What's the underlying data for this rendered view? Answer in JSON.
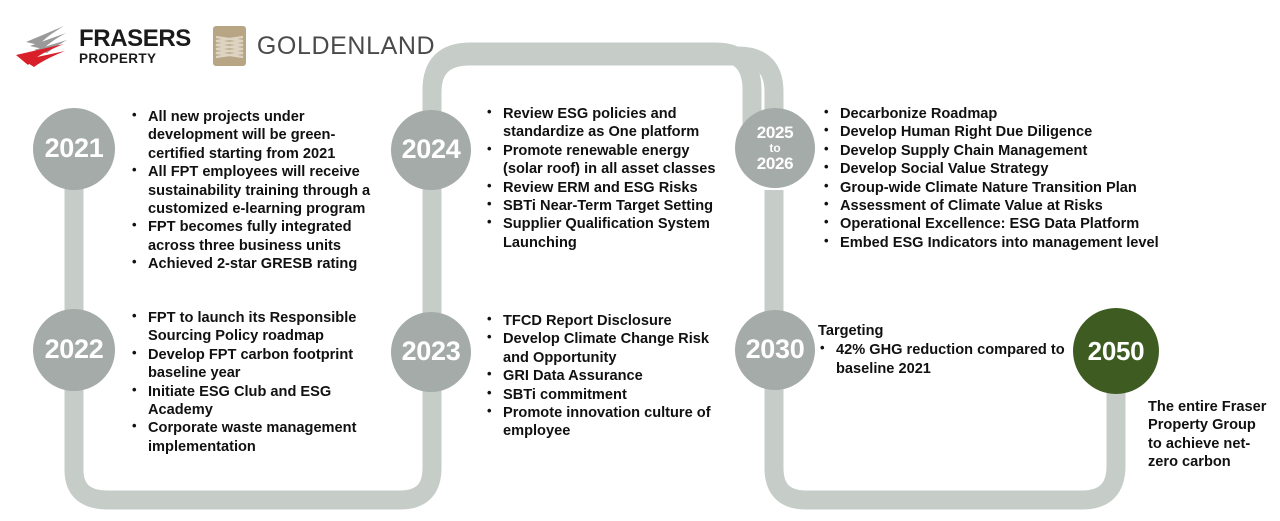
{
  "logos": {
    "frasers": {
      "name": "frasers-property-logo",
      "line1": "FRASERS",
      "line2": "PROPERTY",
      "mark_gray": "#8c8c8c",
      "mark_red": "#d81f2a"
    },
    "goldenland": {
      "name": "goldenland-logo",
      "word": "GOLDENLAND",
      "mark_tan": "#b8a584"
    }
  },
  "theme": {
    "circle_gray": "#a4aba8",
    "circle_green": "#3e5c22",
    "connector_gray": "#c6cdc9",
    "text_color": "#111111"
  },
  "milestones": [
    {
      "id": "2021",
      "year": "2021",
      "year_mid": "",
      "year_end": "",
      "accent": "#a4aba8",
      "lead": "",
      "bullets": [
        "All new projects under development will be green-certified starting from 2021",
        "All FPT employees will receive sustainability training through a customized e-learning program",
        "FPT becomes fully integrated across three business units",
        "Achieved 2-star GRESB rating"
      ]
    },
    {
      "id": "2022",
      "year": "2022",
      "year_mid": "",
      "year_end": "",
      "accent": "#a4aba8",
      "lead": "",
      "bullets": [
        "FPT to launch its Responsible Sourcing Policy roadmap",
        "Develop FPT carbon footprint baseline year",
        "Initiate ESG Club and ESG Academy",
        "Corporate waste management implementation"
      ]
    },
    {
      "id": "2023",
      "year": "2023",
      "year_mid": "",
      "year_end": "",
      "accent": "#a4aba8",
      "lead": "",
      "bullets": [
        "TFCD Report Disclosure",
        "Develop Climate Change Risk and Opportunity",
        "GRI Data Assurance",
        "SBTi commitment",
        "Promote innovation culture of employee"
      ]
    },
    {
      "id": "2024",
      "year": "2024",
      "year_mid": "",
      "year_end": "",
      "accent": "#a4aba8",
      "lead": "",
      "bullets": [
        "Review ESG policies and standardize as One platform",
        "Promote renewable energy (solar roof) in all asset classes",
        "Review ERM and ESG Risks",
        "SBTi Near-Term Target Setting",
        "Supplier Qualification System Launching"
      ]
    },
    {
      "id": "2025-2026",
      "year": "2025",
      "year_mid": "to",
      "year_end": "2026",
      "accent": "#a4aba8",
      "lead": "",
      "bullets": [
        "Decarbonize Roadmap",
        "Develop Human Right Due Diligence",
        "Develop Supply Chain Management",
        "Develop Social Value Strategy",
        "Group-wide Climate Nature Transition Plan",
        "Assessment of Climate Value at Risks",
        "Operational Excellence: ESG Data Platform",
        "Embed ESG Indicators into management level"
      ]
    },
    {
      "id": "2030",
      "year": "2030",
      "year_mid": "",
      "year_end": "",
      "accent": "#a4aba8",
      "lead": "Targeting",
      "bullets": [
        "42% GHG reduction compared to baseline 2021"
      ]
    },
    {
      "id": "2050",
      "year": "2050",
      "year_mid": "",
      "year_end": "",
      "accent": "#3e5c22",
      "lead": "",
      "note": "The entire Fraser Property Group to achieve net-zero carbon",
      "bullets": []
    }
  ]
}
